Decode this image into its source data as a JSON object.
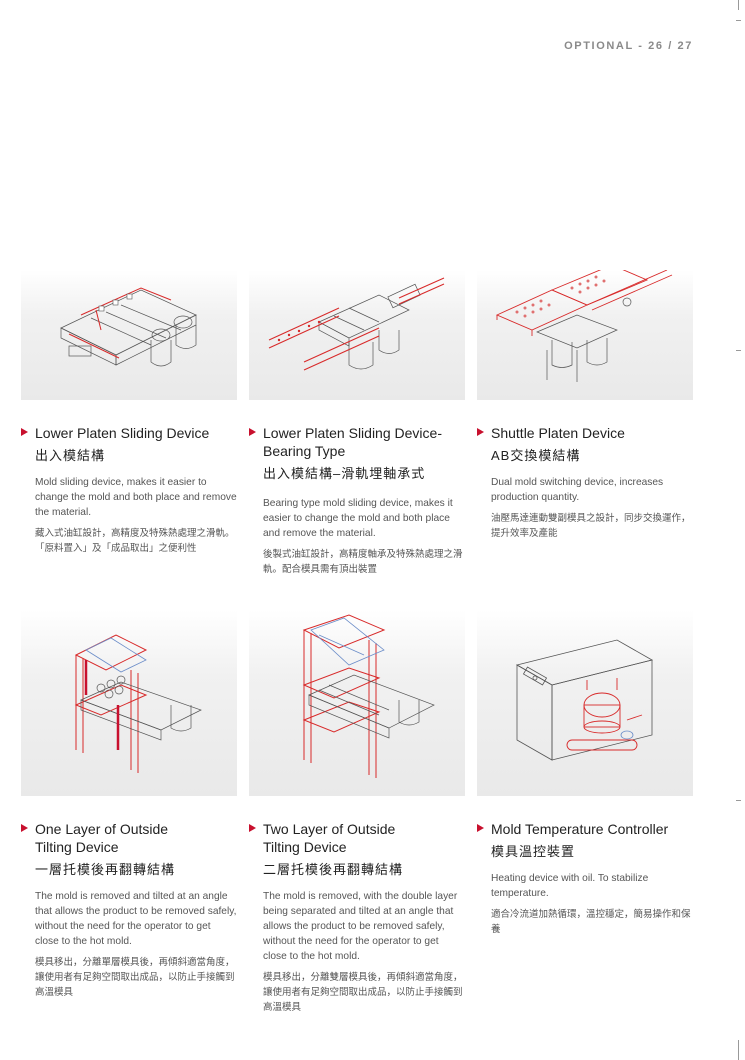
{
  "header": {
    "page_label": "OPTIONAL - 26 / 27"
  },
  "cards": [
    {
      "title_en": "Lower Platen Sliding Device",
      "title_zh": "出入模結構",
      "desc_en": "Mold sliding device, makes it easier to change the mold and both place and remove the material.",
      "desc_zh": "藏入式油缸設計，高精度及特殊熱處理之滑軌。「原料置入」及「成品取出」之便利性"
    },
    {
      "title_en": "Lower Platen Sliding Device-Bearing Type",
      "title_zh": "出入模結構–滑軌埋軸承式",
      "desc_en": "Bearing type mold sliding device, makes it easier to change the mold and both place and remove the material.",
      "desc_zh": "後製式油缸設計，高精度軸承及特殊熱處理之滑軌。配合模具需有頂出裝置"
    },
    {
      "title_en": "Shuttle Platen Device",
      "title_zh": "AB交換模結構",
      "desc_en": "Dual mold switching device, increases production quantity.",
      "desc_zh": "油壓馬達連動雙副模具之設計，同步交換運作，提升效率及產能"
    },
    {
      "title_en": "One Layer of Outside Tilting Device",
      "title_zh": "一層托模後再翻轉結構",
      "desc_en": "The mold is removed and tilted at an angle that allows the product to be removed safely, without the need for the operator to get close to the hot mold.",
      "desc_zh": "模具移出，分離單層模具後，再傾斜適當角度，讓使用者有足夠空間取出成品，以防止手接觸到高溫模具"
    },
    {
      "title_en": "Two Layer of Outside Tilting Device",
      "title_zh": "二層托模後再翻轉結構",
      "desc_en": "The mold is removed, with the double layer being separated and tilted at an angle that allows the product to be removed safely, without the need for the operator to get close to the hot mold.",
      "desc_zh": "模具移出，分離雙層模具後，再傾斜適當角度，讓使用者有足夠空間取出成品，以防止手接觸到高溫模具"
    },
    {
      "title_en": "Mold Temperature Controller",
      "title_zh": "模具溫控裝置",
      "desc_en": "Heating device with oil. To stabilize temperature.",
      "desc_zh": "適合冷流道加熱循環，溫控穩定，簡易操作和保養"
    }
  ]
}
